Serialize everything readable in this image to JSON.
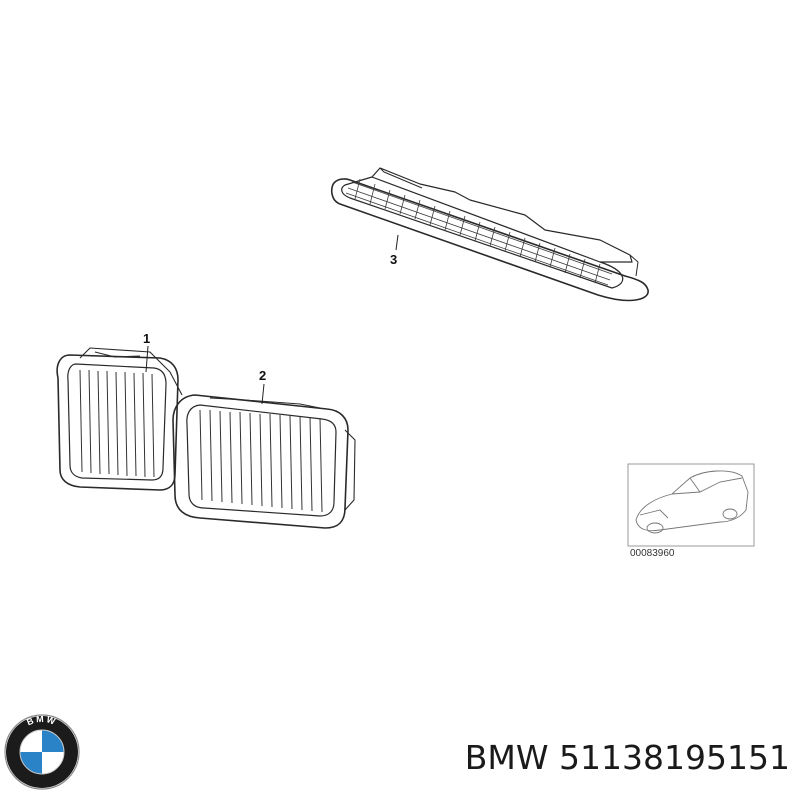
{
  "diagram": {
    "callouts": [
      {
        "label": "1"
      },
      {
        "label": "2"
      },
      {
        "label": "3"
      }
    ],
    "inset_reference": "00083960",
    "logo_lettering": "BMW"
  },
  "caption": {
    "brand": "BMW",
    "part_number": "51138195151"
  },
  "colors": {
    "line": "#2a2a2a",
    "logo_blue": "#2a82c7",
    "logo_ring": "#1b1b1b"
  }
}
